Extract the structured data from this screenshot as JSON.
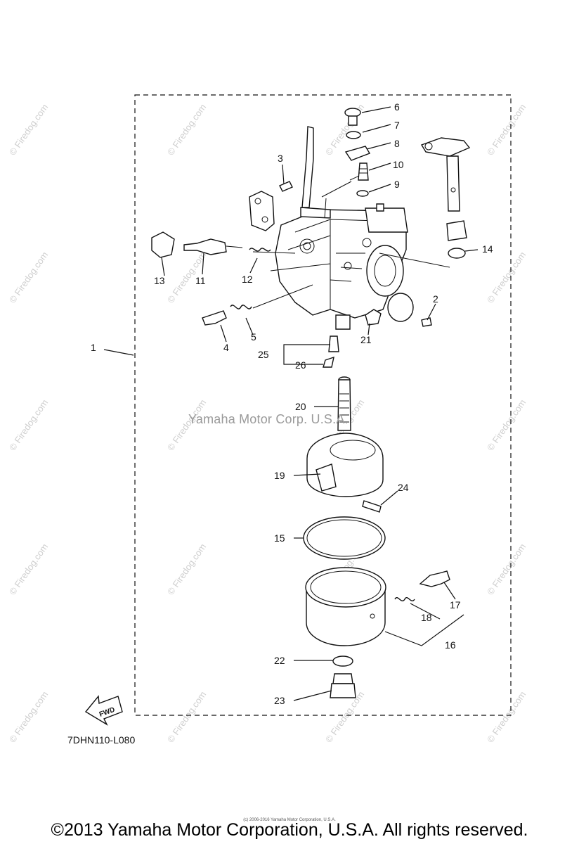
{
  "watermark_small": "© Firedog.com",
  "watermark_center": "Yamaha Motor Corp. U.S.A.",
  "diagram_code": "7DHN110-L080",
  "fwd_label": "FWD",
  "tiny_copyright": "(c) 2006-2016 Yamaha Motor Corporation, U.S.A.",
  "copyright": "©2013 Yamaha Motor Corporation, U.S.A. All rights reserved.",
  "callouts": {
    "p1": "1",
    "p2": "2",
    "p3": "3",
    "p4": "4",
    "p5": "5",
    "p6": "6",
    "p7": "7",
    "p8": "8",
    "p9": "9",
    "p10": "10",
    "p11": "11",
    "p12": "12",
    "p13": "13",
    "p14": "14",
    "p15": "15",
    "p16": "16",
    "p17": "17",
    "p18": "18",
    "p19": "19",
    "p20": "20",
    "p21": "21",
    "p22": "22",
    "p23": "23",
    "p24": "24",
    "p25": "25",
    "p26": "26"
  }
}
